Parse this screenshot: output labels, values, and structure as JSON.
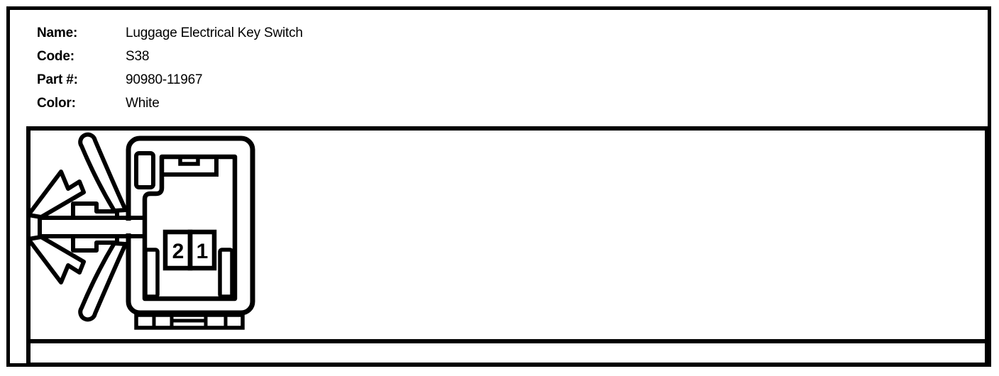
{
  "window": {
    "background": "#ffffff",
    "ink": "#000000"
  },
  "header": {
    "fields": [
      {
        "label": "Name:",
        "value": "Luggage Electrical Key Switch"
      },
      {
        "label": "Code:",
        "value": "S38"
      },
      {
        "label": "Part #:",
        "value": "90980-11967"
      },
      {
        "label": "Color:",
        "value": "White"
      }
    ]
  },
  "connector": {
    "description": "2-pin connector rear-view line drawing with mounting clip and wire whiskers",
    "pins": [
      {
        "number": "2"
      },
      {
        "number": "1"
      }
    ]
  }
}
